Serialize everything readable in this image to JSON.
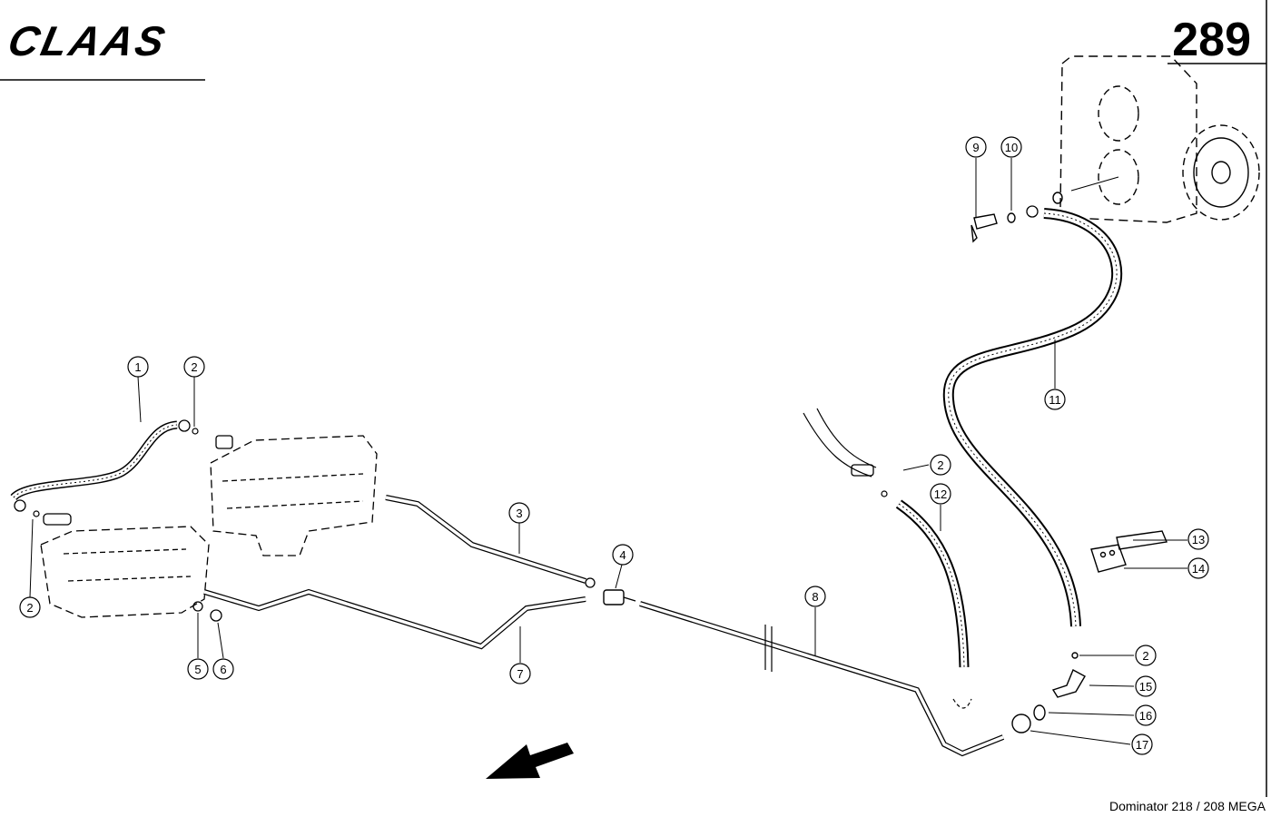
{
  "header": {
    "brand": "CLAAS",
    "page_number": "289"
  },
  "footer": {
    "model": "Dominator 218 / 208 MEGA"
  },
  "callouts": [
    "1",
    "2",
    "2",
    "3",
    "4",
    "5",
    "6",
    "7",
    "8",
    "9",
    "10",
    "11",
    "2",
    "12",
    "13",
    "14",
    "2",
    "15",
    "16",
    "17"
  ]
}
